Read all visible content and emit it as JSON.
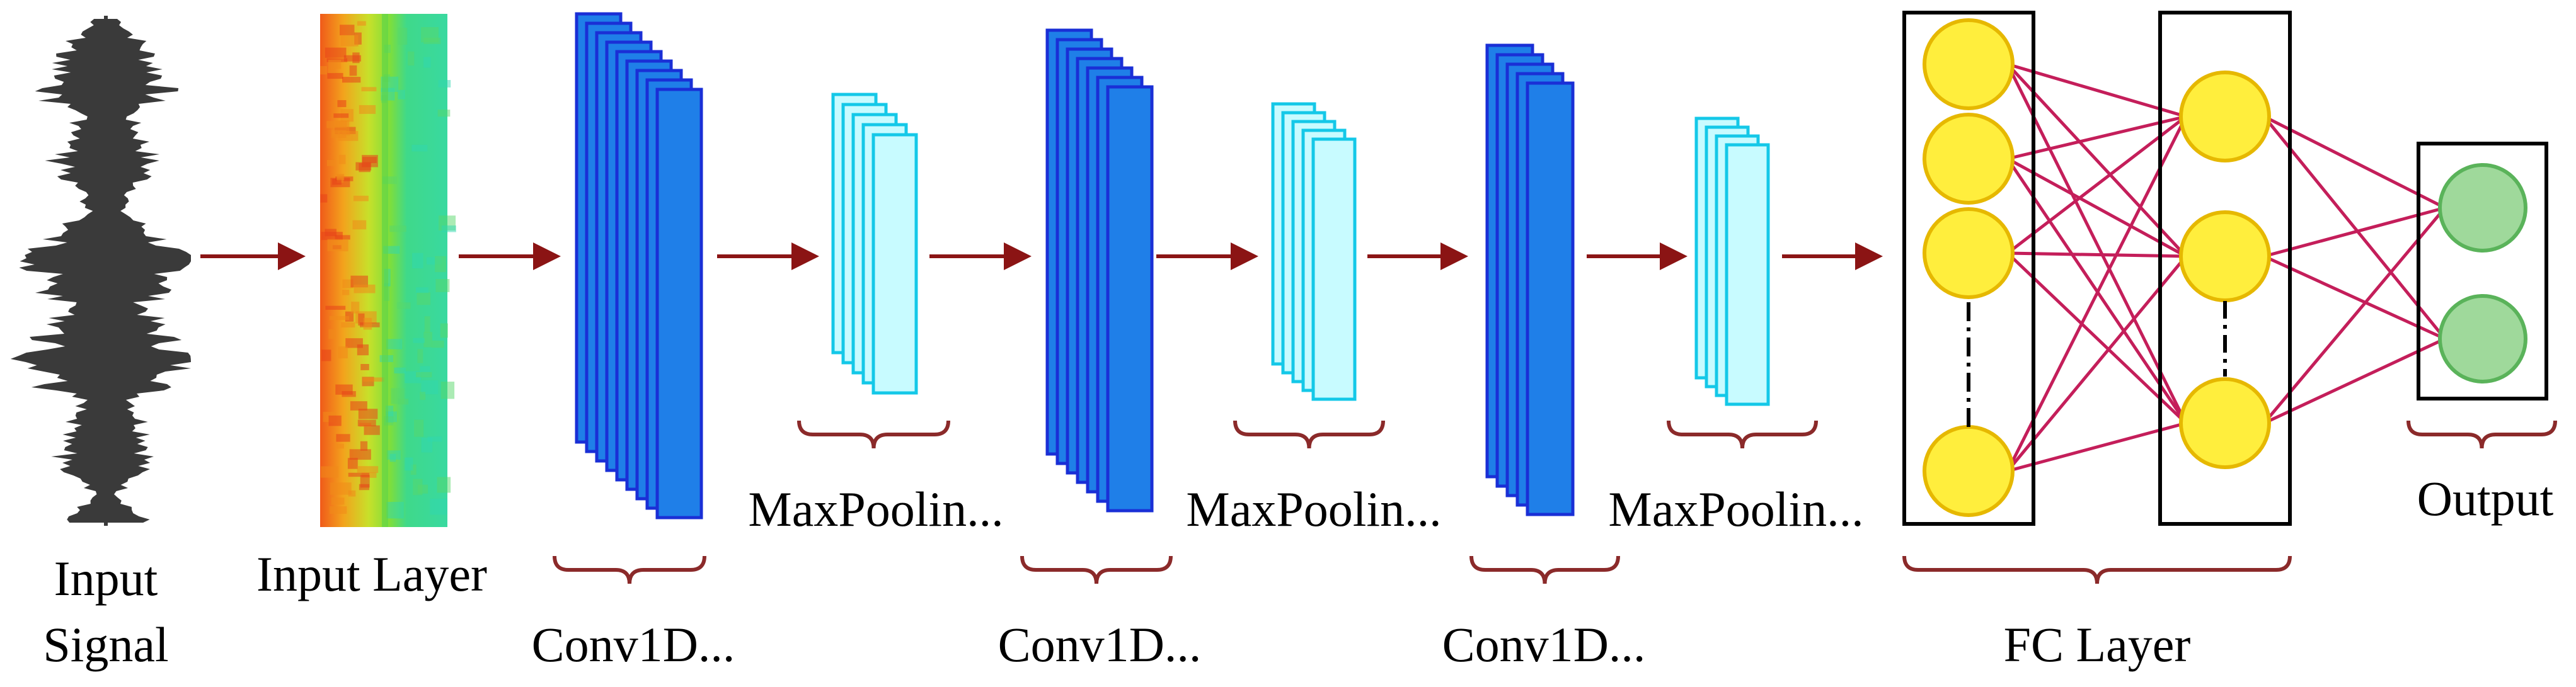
{
  "labels": {
    "input_signal_line1": "Input",
    "input_signal_line2": "Signal",
    "input_layer": "Input Layer",
    "conv1": "Conv1D...",
    "pool1": "MaxPoolin...",
    "conv2": "Conv1D...",
    "pool2": "MaxPoolin...",
    "conv3": "Conv1D...",
    "pool3": "MaxPoolin...",
    "fc_layer": "FC Layer",
    "output": "Output"
  },
  "colors": {
    "arrow": "#8b1414",
    "brace": "#8b2a2a",
    "conv_fill": "#1f7fe8",
    "conv_stroke": "#1a2fd6",
    "pool_fill": "#c8fbff",
    "pool_stroke": "#14c8e8",
    "fc_node_fill": "#ffee3d",
    "fc_node_stroke": "#e6b800",
    "output_node_fill": "#9fd99b",
    "output_node_stroke": "#5ab35a",
    "connection": "#c41e5a",
    "waveform": "#3a3a3a"
  }
}
